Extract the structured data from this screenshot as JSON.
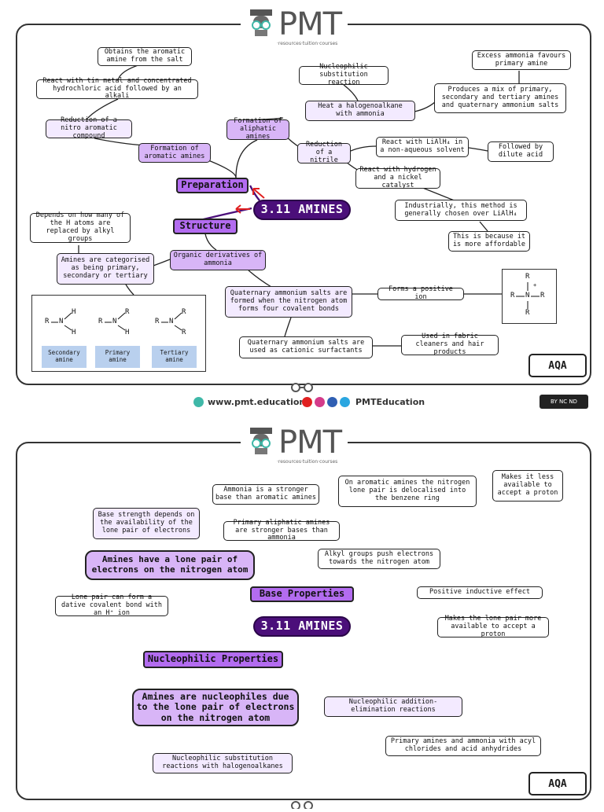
{
  "logo": {
    "word": "PMT",
    "tagline": "·resources·tuition·courses"
  },
  "badge": "AQA",
  "title": "3.11 AMINES",
  "footer": {
    "website": "www.pmt.education",
    "social": "PMTEducation",
    "license": "BY NC ND"
  },
  "page1": {
    "headers": {
      "preparation": "Preparation",
      "structure": "Structure"
    },
    "nodes": {
      "obtains": "Obtains the aromatic amine from the salt",
      "tin": "React with tin metal and concentrated hydrochloric acid followed by an alkali",
      "nitro": "Reduction of a nitro aromatic compound",
      "aromatic": "Formation of aromatic amines",
      "nucsub": "Nucleophilic substitution reaction",
      "heat": "Heat a halogenoalkane with ammonia",
      "aliphatic": "Formation of aliphatic amines",
      "excess": "Excess ammonia favours primary amine",
      "mix": "Produces a mix of primary, secondary and tertiary amines and quaternary ammonium salts",
      "nitrile": "Reduction of a nitrile",
      "lialh4": "React with LiAlH₄ in a non-aqueous solvent",
      "dilute": "Followed by dilute acid",
      "hydrogen": "React with hydrogen and a nickel catalyst",
      "industrial": "Industrially, this method is generally chosen over LiAlH₄",
      "affordable": "This is because it is more affordable",
      "depends": "Depends on how many of the H atoms are replaced by alkyl groups",
      "categorised": "Amines are categorised as being primary, secondary or tertiary",
      "organic": "Organic derivatives of ammonia",
      "quat": "Quaternary ammonium salts are formed when the nitrogen atom forms four covalent bonds",
      "positive": "Forms a positive ion",
      "cationic": "Quaternary ammonium salts are used as cationic surfactants",
      "fabric": "Used in fabric cleaners and hair products"
    },
    "amine_types": [
      {
        "label": "Secondary amine",
        "top": "H",
        "bottom": "H"
      },
      {
        "label": "Primary amine",
        "top": "R",
        "bottom": "H"
      },
      {
        "label": "Tertiary amine",
        "top": "R",
        "bottom": "R"
      }
    ],
    "chem": {
      "r": "R",
      "n": "N",
      "dash": "—",
      "plus": "+"
    }
  },
  "page2": {
    "headers": {
      "base": "Base Properties",
      "nucleophilic": "Nucleophilic Properties"
    },
    "nodes": {
      "ammonia_stronger": "Ammonia is a stronger base than aromatic amines",
      "delocalised": "On aromatic amines the nitrogen lone pair is delocalised into the benzene ring",
      "less_available": "Makes it less available to accept a proton",
      "base_strength": "Base strength depends on the availability of the lone pair of electrons",
      "primary_stronger": "Primary aliphatic amines are stronger bases than ammonia",
      "lone_pair": "Amines have a lone pair of electrons on the nitrogen atom",
      "alkyl": "Alkyl groups push electrons towards the nitrogen atom",
      "dative": "Lone pair can form a dative covalent bond with an H⁺ ion",
      "inductive": "Positive inductive effect",
      "more_available": "Makes the lone pair more available to accept a proton",
      "nucleophiles": "Amines are nucleophiles due to the lone pair of electrons on the nitrogen atom",
      "addition": "Nucleophilic addition-elimination reactions",
      "acyl": "Primary amines and ammonia with acyl chlorides and acid anhydrides",
      "substitution": "Nucleophilic substitution reactions with halogenoalkanes"
    }
  },
  "colors": {
    "accent": "#4b0f7a",
    "header": "#b36cf0",
    "node": "#d8b5f7",
    "light": "#f3eaff",
    "arrow": "#e02020",
    "amine_label": "#b9d0ee"
  }
}
